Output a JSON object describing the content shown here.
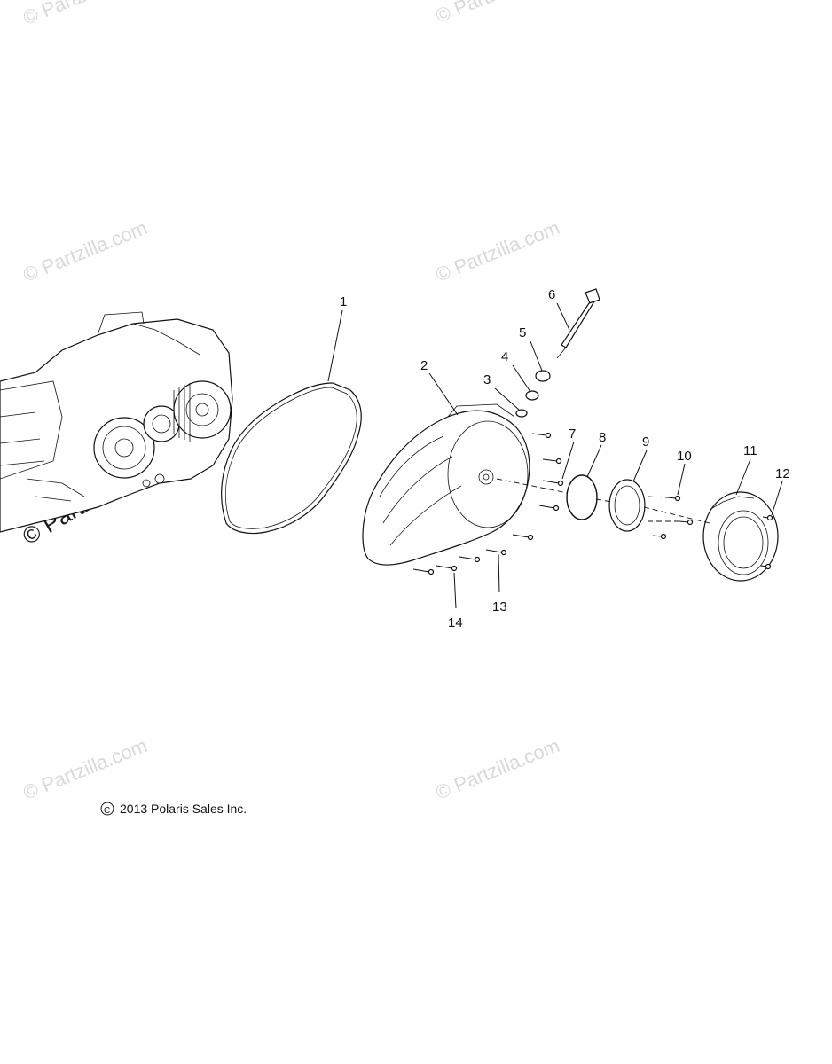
{
  "watermark": {
    "text": "© Partzilla.com"
  },
  "copyright": {
    "text": "2013 Polaris Sales Inc.",
    "symbol": "C"
  },
  "callouts": [
    "1",
    "2",
    "3",
    "4",
    "5",
    "6",
    "7",
    "8",
    "9",
    "10",
    "11",
    "12",
    "13",
    "14"
  ],
  "icons": {
    "engine": "engine-assembly-icon",
    "gasket": "gasket-icon",
    "cover": "clutch-cover-icon",
    "shaft": "shaft-icon",
    "plug": "plug-icon",
    "oring": "o-ring-icon",
    "retainer": "retainer-ring-icon",
    "badge": "badge-plate-icon",
    "screw": "screw-icon",
    "bolt": "bolt-icon"
  },
  "colors": {
    "ink": "#111111",
    "watermark": "#d9d9d9",
    "background": "#ffffff"
  }
}
